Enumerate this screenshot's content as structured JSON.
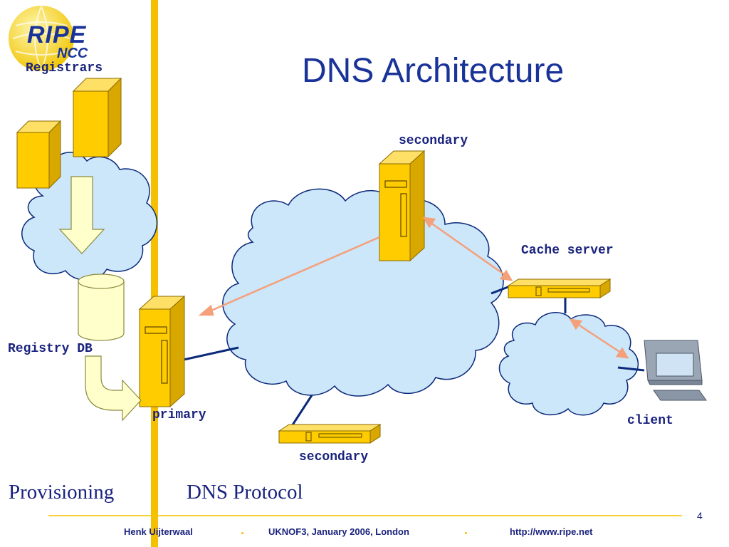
{
  "slide": {
    "title": "DNS Architecture",
    "page_number": "4"
  },
  "logo": {
    "name": "RIPE",
    "sub": "NCC"
  },
  "labels": {
    "registrars": "Registrars",
    "registry_db": "Registry DB",
    "primary": "primary",
    "secondary_top": "secondary",
    "secondary_bottom": "secondary",
    "cache_server": "Cache server",
    "client": "client"
  },
  "sections": {
    "left": "Provisioning",
    "right": "DNS Protocol"
  },
  "footer": {
    "author": "Henk Uijterwaal",
    "separator1": ".",
    "event": "UKNOF3, January 2006, London",
    "separator2": ".",
    "url": "http://www.ripe.net"
  },
  "colors": {
    "accent_yellow": "#f5c000",
    "server_fill": "#ffcc00",
    "cloud_fill": "#cce6fa",
    "link_line": "#0b2a7a",
    "query_arrow": "#f4a07a",
    "text_blue": "#1a237e"
  }
}
